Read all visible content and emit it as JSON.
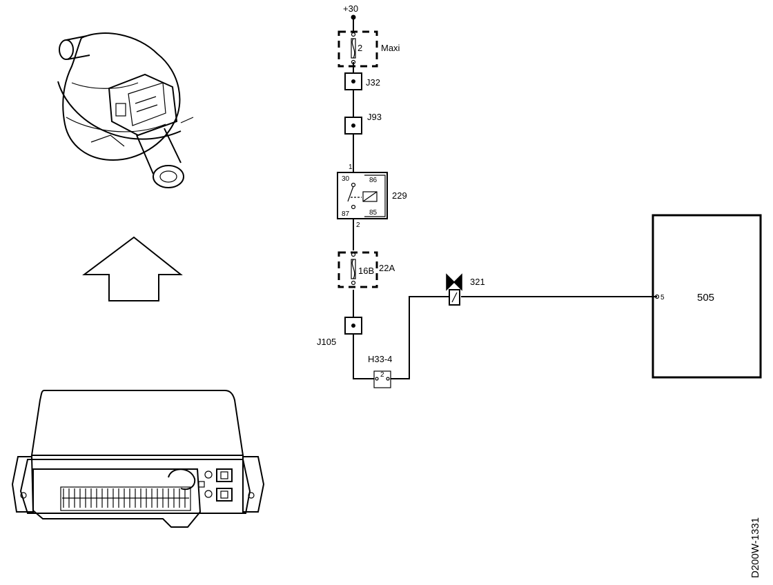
{
  "supply": {
    "label": "+30"
  },
  "fuse_maxi": {
    "number": "2",
    "name": "Maxi"
  },
  "junction_j32": {
    "label": "J32"
  },
  "junction_j93": {
    "label": "J93"
  },
  "relay": {
    "name": "229",
    "pin_in": "1",
    "pin_out": "2",
    "terminal_30": "30",
    "terminal_86": "86",
    "terminal_87": "87",
    "terminal_85": "85"
  },
  "fuse_22a": {
    "number": "16B",
    "name": "22A"
  },
  "junction_j105": {
    "label": "J105"
  },
  "connector_h33": {
    "label": "H33-4",
    "pin": "2"
  },
  "valve": {
    "label": "321"
  },
  "ecu": {
    "label": "505",
    "pin": "5"
  },
  "drawing_code": "D200W-1331"
}
